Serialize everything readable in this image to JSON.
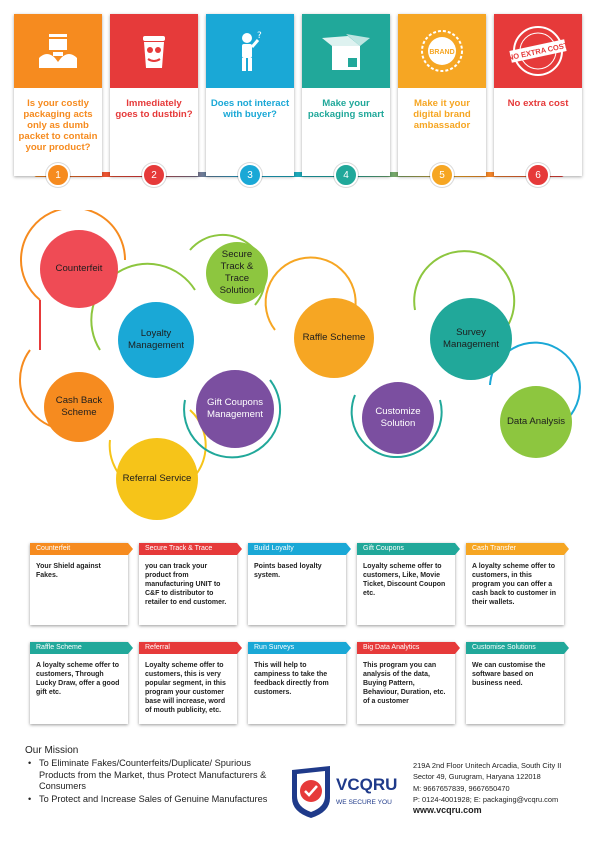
{
  "colors": {
    "orange": "#f68b1f",
    "red": "#e63a3a",
    "blue": "#1aa8d6",
    "teal": "#21a89a",
    "amber": "#f6a623",
    "green": "#8dc63f",
    "purple": "#7b4fa0",
    "yellow": "#f6c419",
    "navy": "#1f3a8a"
  },
  "steps": [
    {
      "number": "1",
      "text": "Is your costly packaging acts only as dumb packet to contain your product?",
      "color": "#f68b1f",
      "icon": "hands-box-icon"
    },
    {
      "number": "2",
      "text": "Immediately goes to dustbin?",
      "color": "#e63a3a",
      "icon": "dustbin-icon"
    },
    {
      "number": "3",
      "text": "Does not interact with buyer?",
      "color": "#1aa8d6",
      "icon": "confused-person-icon"
    },
    {
      "number": "4",
      "text": "Make your packaging smart",
      "color": "#21a89a",
      "icon": "open-box-icon"
    },
    {
      "number": "5",
      "text": "Make it your digital brand ambassador",
      "color": "#f6a623",
      "icon": "brand-badge-icon"
    },
    {
      "number": "6",
      "text": "No extra cost",
      "color": "#e63a3a",
      "icon": "no-extra-cost-stamp-icon"
    }
  ],
  "stamp": {
    "brand": "BRAND",
    "no_extra_cost": "NO EXTRA COST"
  },
  "bubbles": {
    "counterfeit": "Counterfeit",
    "loyalty": "Loyalty Management",
    "secure": "Secure Track & Trace Solution",
    "cashback": "Cash Back Scheme",
    "giftcoupons": "Gift Coupons Management",
    "referral": "Referral Service",
    "raffle": "Raffle Scheme",
    "survey": "Survey Management",
    "customize": "Customize Solution",
    "dataanalysis": "Data Analysis"
  },
  "cards": [
    {
      "title": "Counterfeit",
      "text": "Your Shield against Fakes.",
      "color": "#f68b1f"
    },
    {
      "title": "Secure Track & Trace",
      "text": "you can track your product from manufacturing UNIT to C&F to distributor to retailer to end customer.",
      "color": "#e63a3a"
    },
    {
      "title": "Build Loyalty",
      "text": "Points based loyalty system.",
      "color": "#1aa8d6"
    },
    {
      "title": "Gift Coupons",
      "text": "Loyalty scheme offer to customers, Like, Movie Ticket, Discount Coupon etc.",
      "color": "#21a89a"
    },
    {
      "title": "Cash Transfer",
      "text": "A loyalty scheme offer to customers, in this program you can offer a cash back to customer in their wallets.",
      "color": "#f6a623"
    },
    {
      "title": "Raffle Scheme",
      "text": "A loyalty scheme offer to customers, Through Lucky Draw, offer a good gift etc.",
      "color": "#21a89a"
    },
    {
      "title": "Referral",
      "text": "Loyalty scheme offer to customers, this is very popular segment, in this program your customer base will increase, word of mouth publicity, etc.",
      "color": "#e63a3a"
    },
    {
      "title": "Run Surveys",
      "text": "This will help to campiness to take the feedback directly from customers.",
      "color": "#1aa8d6"
    },
    {
      "title": "Big Data Analytics",
      "text": "This program you can analysis of the data, Buying Pattern, Behaviour, Duration, etc. of a customer",
      "color": "#e63a3a"
    },
    {
      "title": "Customise Solutions",
      "text": "We can customise the software based on business need.",
      "color": "#21a89a"
    }
  ],
  "mission": {
    "title": "Our Mission",
    "items": [
      "To Eliminate Fakes/Counterfeits/Duplicate/ Spurious Products from the Market, thus Protect Manufacturers & Consumers",
      "To Protect and Increase Sales of Genuine Manufactures"
    ]
  },
  "logo": {
    "name": "VCQRU",
    "tagline": "WE SECURE YOU"
  },
  "address": {
    "line1": "219A 2nd Floor Unitech Arcadia, South City II",
    "line2": "Sector 49, Gurugram, Haryana 122018",
    "mobile": "M: 9667657839, 9667650470",
    "phone_email": "P: 0124-4001928; E: packaging@vcqru.com",
    "website": "www.vcqru.com"
  }
}
